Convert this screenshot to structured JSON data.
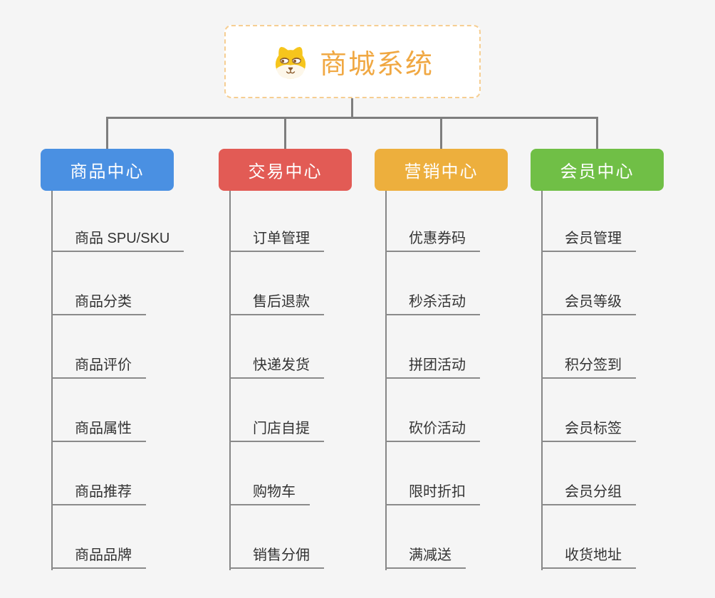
{
  "root": {
    "title": "商城系统",
    "icon": "shiba-dog-icon"
  },
  "branches": [
    {
      "id": "product-center",
      "label": "商品中心",
      "color": "#4a90e2",
      "items": [
        "商品 SPU/SKU",
        "商品分类",
        "商品评价",
        "商品属性",
        "商品推荐",
        "商品品牌"
      ]
    },
    {
      "id": "trade-center",
      "label": "交易中心",
      "color": "#e25b55",
      "items": [
        "订单管理",
        "售后退款",
        "快递发货",
        "门店自提",
        "购物车",
        "销售分佣"
      ]
    },
    {
      "id": "marketing-center",
      "label": "营销中心",
      "color": "#edaf3d",
      "items": [
        "优惠券码",
        "秒杀活动",
        "拼团活动",
        "砍价活动",
        "限时折扣",
        "满减送"
      ]
    },
    {
      "id": "member-center",
      "label": "会员中心",
      "color": "#70bf46",
      "items": [
        "会员管理",
        "会员等级",
        "积分签到",
        "会员标签",
        "会员分组",
        "收货地址"
      ]
    }
  ],
  "colors": {
    "background": "#f5f5f5",
    "connector": "#7e7e7e",
    "underline": "#8a8a8a",
    "root_accent": "#f0a843",
    "root_border": "#f6ce92",
    "node_text": "#333333"
  }
}
